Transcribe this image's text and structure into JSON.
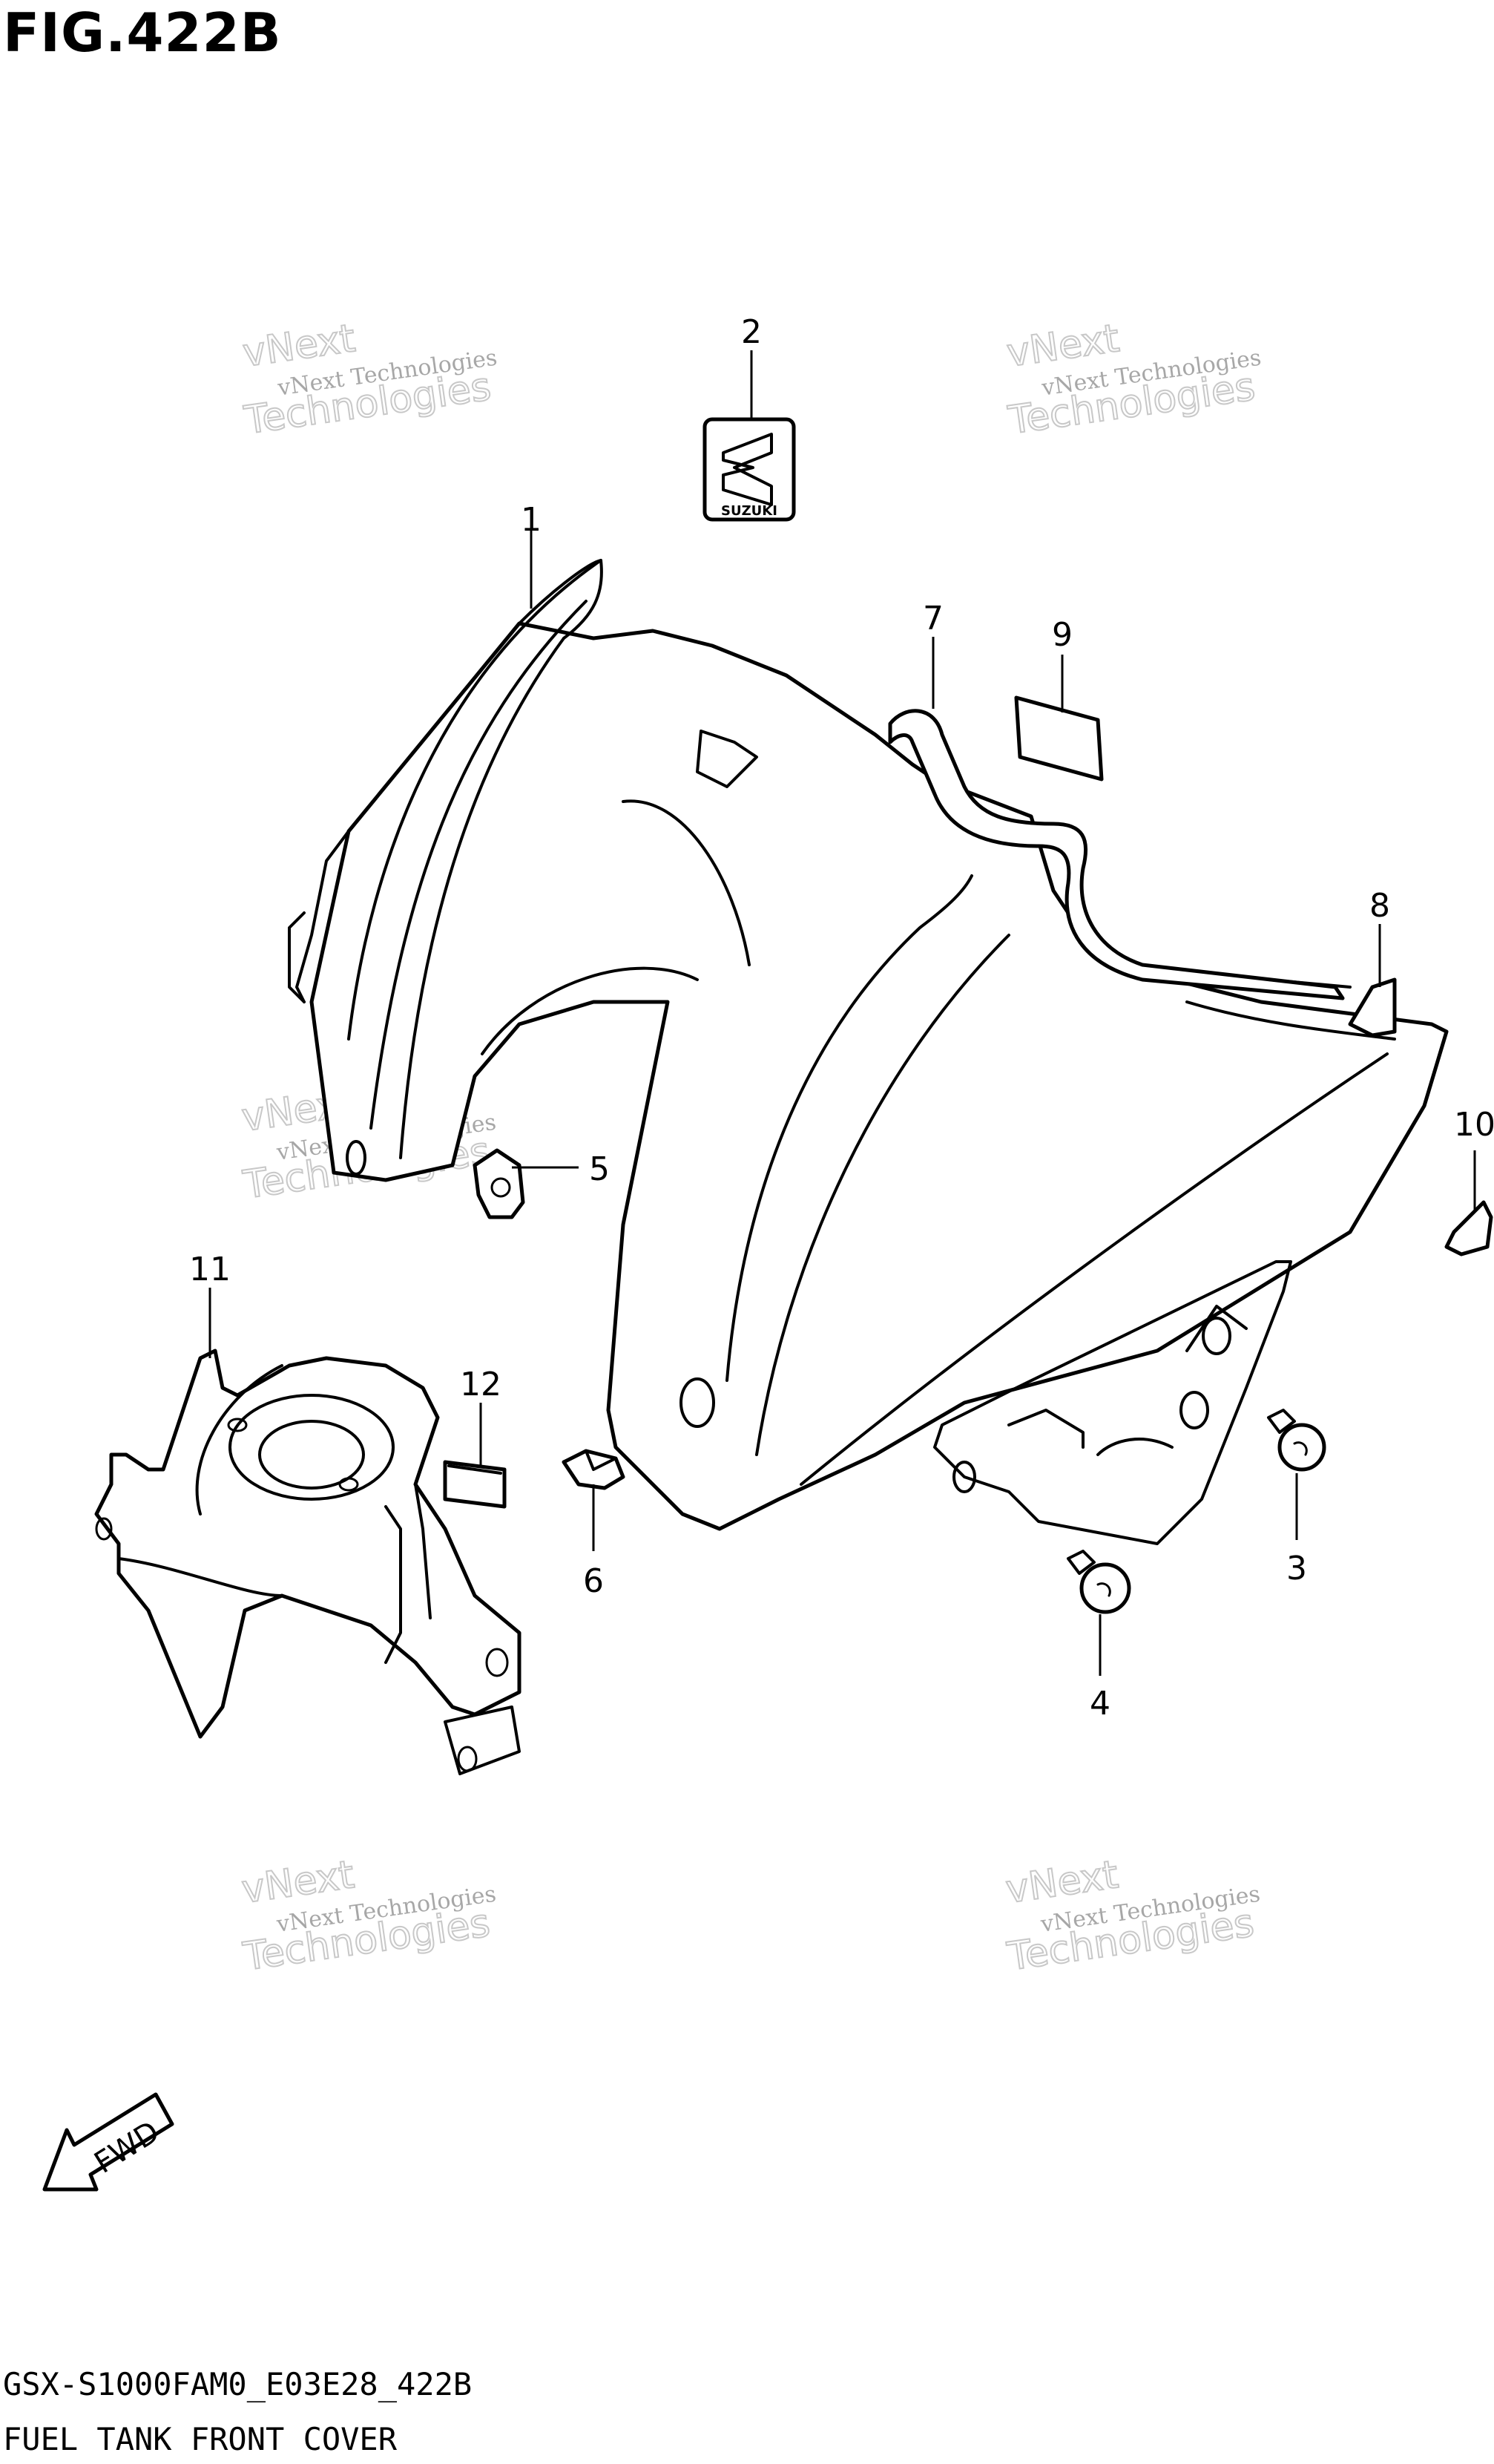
{
  "figure_title": "FIG.422B",
  "model_code": "GSX-S1000FAM0_E03E28_422B",
  "section_name": "FUEL TANK FRONT COVER",
  "emblem_text": "SUZUKI",
  "fwd_label": "FWD",
  "watermark": {
    "line1": "vNext Technologies",
    "big_word1": "vNext",
    "big_word2": "Technologies"
  },
  "callouts": {
    "c1": "1",
    "c2": "2",
    "c3": "3",
    "c4": "4",
    "c5": "5",
    "c6": "6",
    "c7": "7",
    "c8": "8",
    "c9": "9",
    "c10": "10",
    "c11": "11",
    "c12": "12"
  }
}
